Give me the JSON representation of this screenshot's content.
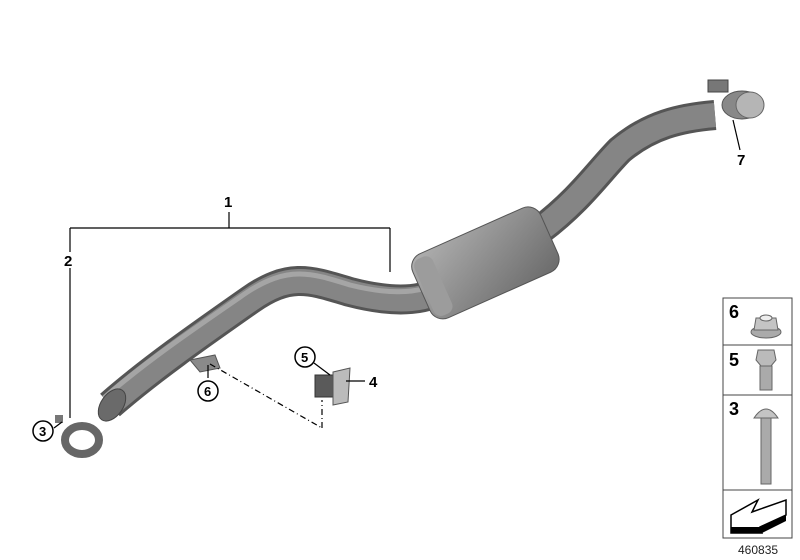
{
  "diagram": {
    "callouts": {
      "assembly": "1",
      "clamp_left_line": "2",
      "clamp": "3",
      "bracket": "4",
      "bolt": "5",
      "nut": "6",
      "clamp_right": "7"
    },
    "legend": {
      "items": [
        {
          "number": "6",
          "part": "flange-nut"
        },
        {
          "number": "5",
          "part": "hex-bolt"
        },
        {
          "number": "3",
          "part": "carriage-bolt"
        }
      ],
      "direction_icon": "front-arrow-icon"
    },
    "reference_number": "460835",
    "colors": {
      "pipe": "#7a7a7a",
      "pipe_light": "#a3a3a3",
      "outline": "#000000"
    }
  }
}
